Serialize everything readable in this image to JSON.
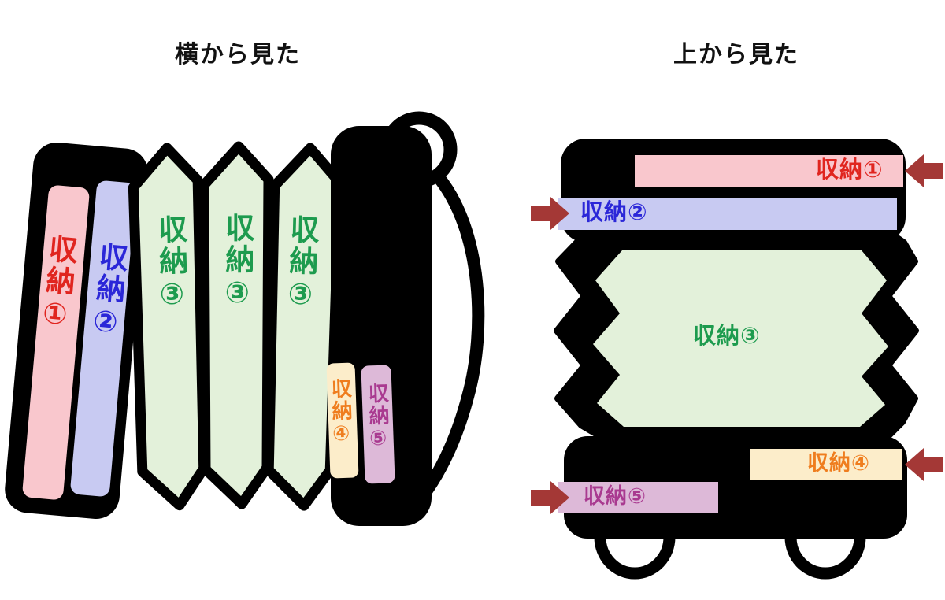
{
  "side_view": {
    "title": "横から見た",
    "compartments": [
      {
        "label": "収納①",
        "fill": "#f9c7cd",
        "text_color": "#e0251f"
      },
      {
        "label": "収納②",
        "fill": "#c8caf2",
        "text_color": "#2b27d8"
      },
      {
        "label": "収納③",
        "fill": "#e3f1da",
        "text_color": "#1d9b4e"
      },
      {
        "label": "収納③",
        "fill": "#e3f1da",
        "text_color": "#1d9b4e"
      },
      {
        "label": "収納③",
        "fill": "#e3f1da",
        "text_color": "#1d9b4e"
      },
      {
        "label": "収納④",
        "fill": "#fcedca",
        "text_color": "#ef7d1e"
      },
      {
        "label": "収納⑤",
        "fill": "#ddb9d8",
        "text_color": "#a93a90"
      }
    ]
  },
  "top_view": {
    "title": "上から見た",
    "compartments": [
      {
        "label": "収納①",
        "arrow_side": "right",
        "fill": "#f9c7cd",
        "text_color": "#e0251f"
      },
      {
        "label": "収納②",
        "arrow_side": "left",
        "fill": "#c8caf2",
        "text_color": "#2b27d8"
      },
      {
        "label": "収納③",
        "arrow_side": "none",
        "fill": "#e3f1da",
        "text_color": "#1d9b4e"
      },
      {
        "label": "収納④",
        "arrow_side": "right",
        "fill": "#fcedca",
        "text_color": "#ef7d1e"
      },
      {
        "label": "収納⑤",
        "arrow_side": "left",
        "fill": "#ddb9d8",
        "text_color": "#a93a90"
      }
    ]
  },
  "colors": {
    "silhouette": "#000000",
    "arrow": "#a43836",
    "background": "#ffffff"
  }
}
